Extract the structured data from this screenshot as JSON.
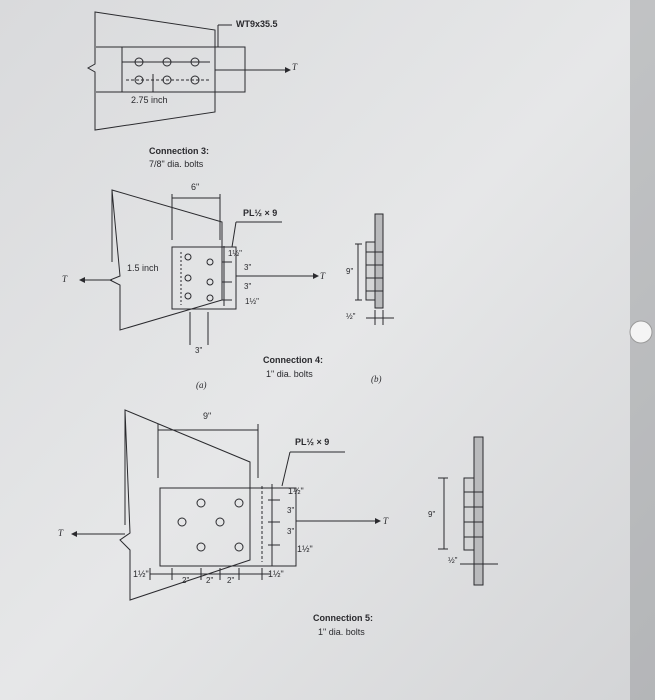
{
  "top": {
    "section": "WT9x35.5",
    "tension": "T",
    "dim": "2.75 inch",
    "caption_title": "Connection 3:",
    "caption_text": "7/8\" dia. bolts"
  },
  "mid": {
    "width_dim": "6\"",
    "plate": "PL½ × 9",
    "edge_top": "1½\"",
    "space_1": "3\"",
    "space_2": "3\"",
    "edge_bot": "1½\"",
    "left_dim": "1.5 inch",
    "tension_left": "T",
    "tension_right": "T",
    "bottom_dim": "3\"",
    "view_a": "(a)",
    "view_b": "(b)",
    "side_height": "9\"",
    "side_thick": "½\"",
    "caption_title": "Connection 4:",
    "caption_text": "1\" dia. bolts"
  },
  "bottom": {
    "width_dim": "9\"",
    "plate": "PL½ × 9",
    "edge_top": "1½\"",
    "space_1": "3\"",
    "space_2": "3\"",
    "edge_bot": "1½\"",
    "tension_left": "T",
    "tension_right": "T",
    "g_left": "1½\"",
    "g1": "2\"",
    "g2": "2\"",
    "g3": "2\"",
    "g_right": "1½\"",
    "side_height": "9\"",
    "side_thick": "½\"",
    "caption_title": "Connection 5:",
    "caption_text": "1\" dia. bolts"
  }
}
